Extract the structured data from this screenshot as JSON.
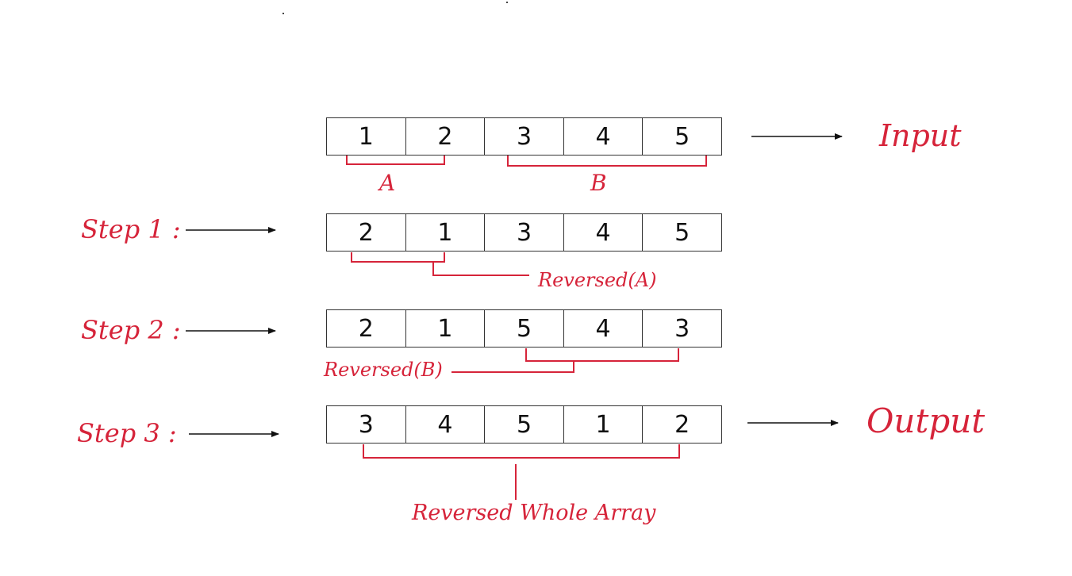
{
  "input": {
    "values": [
      "1",
      "2",
      "3",
      "4",
      "5"
    ],
    "label": "Input"
  },
  "annotations": {
    "a": "A",
    "b": "B",
    "reversed_a": "Reversed(A)",
    "reversed_b": "Reversed(B)",
    "reversed_whole": "Reversed Whole Array"
  },
  "steps": [
    {
      "label": "Step 1 :",
      "values": [
        "2",
        "1",
        "3",
        "4",
        "5"
      ]
    },
    {
      "label": "Step 2 :",
      "values": [
        "2",
        "1",
        "5",
        "4",
        "3"
      ]
    },
    {
      "label": "Step 3 :",
      "values": [
        "3",
        "4",
        "5",
        "1",
        "2"
      ]
    }
  ],
  "output": {
    "label": "Output"
  },
  "colors": {
    "annotation": "#d6243a",
    "arrow": "#111111",
    "cell_border": "#333333"
  }
}
